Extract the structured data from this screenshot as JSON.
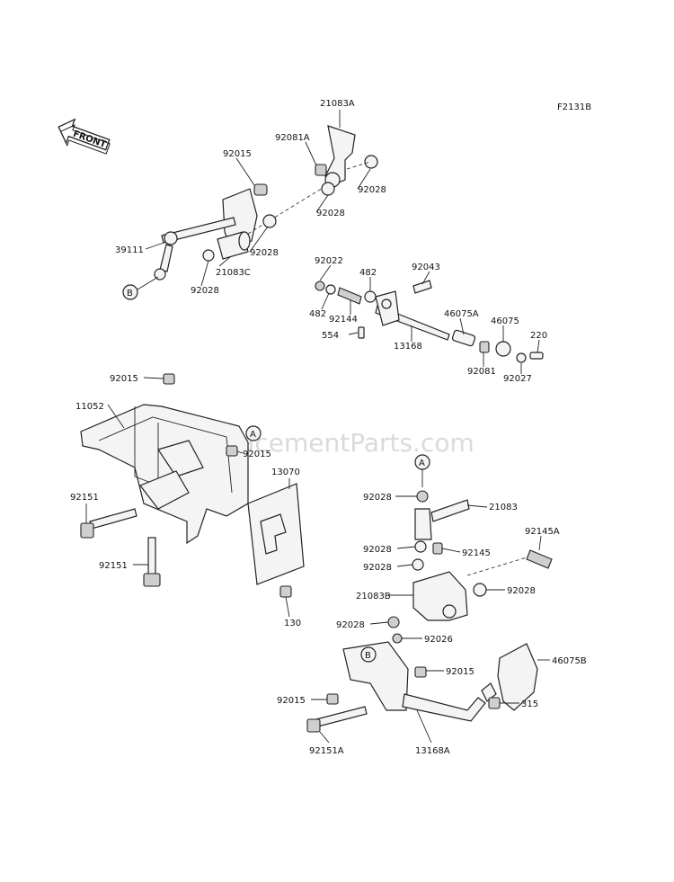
{
  "figure_code": "F2131B",
  "front_label": "FRONT",
  "watermark": "eReplacementParts.com",
  "ref_marks": {
    "a": "A",
    "b": "B"
  },
  "parts": {
    "p21083A": "21083A",
    "p92081A": "92081A",
    "p92015_top": "92015",
    "p92028_a": "92028",
    "p92028_b": "92028",
    "p92028_c": "92028",
    "p39111": "39111",
    "p21083C": "21083C",
    "p92028_d": "92028",
    "p92022": "92022",
    "p482_a": "482",
    "p92043": "92043",
    "p482_b": "482",
    "p92144": "92144",
    "p46075A": "46075A",
    "p46075": "46075",
    "p554": "554",
    "p13168": "13168",
    "p220": "220",
    "p92081": "92081",
    "p92027": "92027",
    "p92015_mid": "92015",
    "p11052": "11052",
    "p92015_frame": "92015",
    "p13070": "13070",
    "p92151_a": "92151",
    "p92151_b": "92151",
    "p130": "130",
    "p92028_e": "92028",
    "p21083": "21083",
    "p92145A": "92145A",
    "p92028_f": "92028",
    "p92145": "92145",
    "p92028_g": "92028",
    "p21083B": "21083B",
    "p92028_h": "92028",
    "p92028_i": "92028",
    "p92026": "92026",
    "p46075B": "46075B",
    "p92015_low": "92015",
    "p92015_left": "92015",
    "p315": "315",
    "p92151A": "92151A",
    "p13168A": "13168A"
  }
}
